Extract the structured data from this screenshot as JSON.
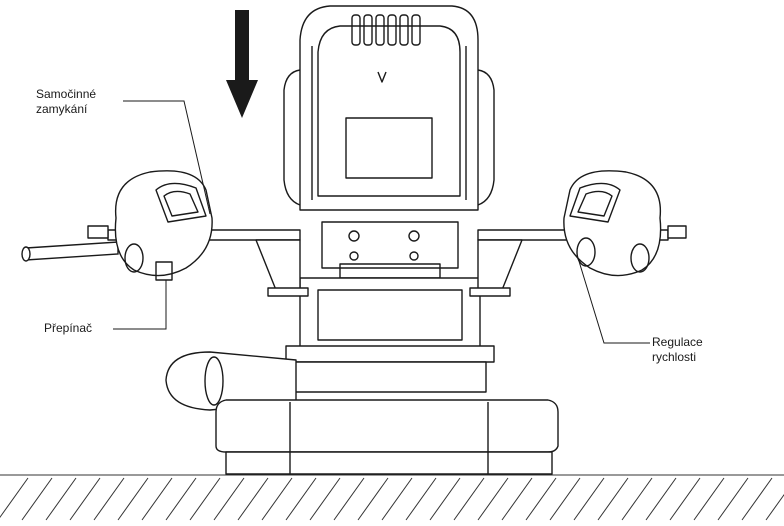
{
  "labels": {
    "self_locking": [
      "Samočinné",
      "zamykání"
    ],
    "switch": "Přepínač",
    "speed_control": [
      "Regulace",
      "rychlosti"
    ]
  },
  "colors": {
    "line": "#1a1a1a",
    "background": "#ffffff",
    "hatch": "#333333"
  },
  "icons": {
    "arrow": "down-arrow-icon"
  }
}
